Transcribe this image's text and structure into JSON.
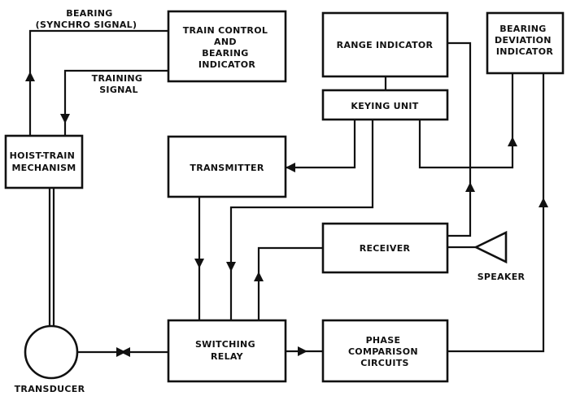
{
  "blocks": {
    "train_control": [
      "TRAIN CONTROL",
      "AND",
      "BEARING",
      "INDICATOR"
    ],
    "range_indicator": "RANGE INDICATOR",
    "bearing_deviation": [
      "BEARING",
      "DEVIATION",
      "INDICATOR"
    ],
    "keying_unit": "KEYING UNIT",
    "hoist_train": [
      "HOIST-TRAIN",
      "MECHANISM"
    ],
    "transmitter": "TRANSMITTER",
    "receiver": "RECEIVER",
    "switching_relay": [
      "SWITCHING",
      "RELAY"
    ],
    "phase_comparison": [
      "PHASE",
      "COMPARISON",
      "CIRCUITS"
    ]
  },
  "labels": {
    "bearing_signal": [
      "BEARING",
      "(SYNCHRO SIGNAL)"
    ],
    "training_signal": [
      "TRAINING",
      "SIGNAL"
    ],
    "speaker": "SPEAKER",
    "transducer": "TRANSDUCER"
  }
}
